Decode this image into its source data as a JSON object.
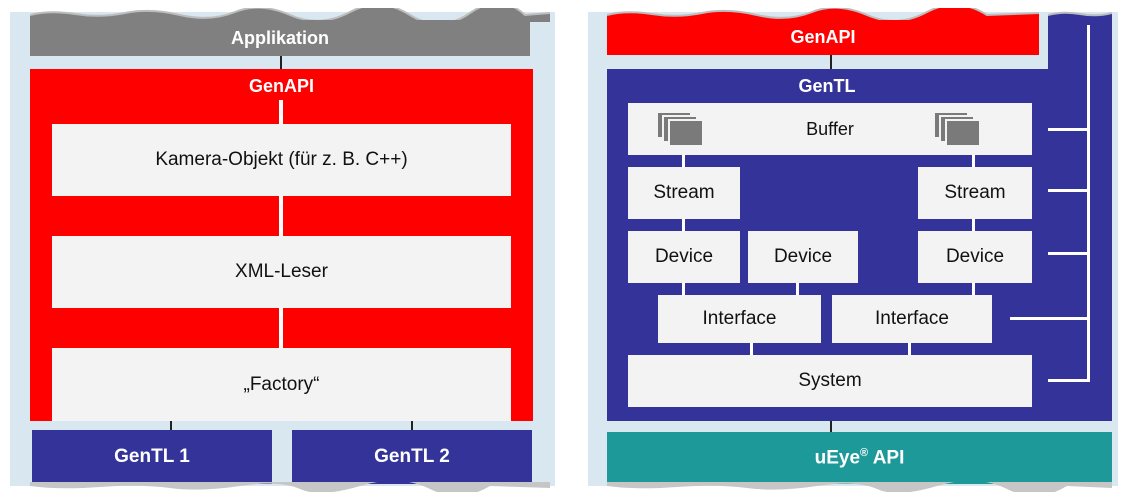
{
  "colors": {
    "panel_bg": "#d9e7f1",
    "application": "#808080",
    "genapi": "#ff0000",
    "gentl": "#333399",
    "ueye_api": "#1e9999",
    "box": "#f3f3f3"
  },
  "left": {
    "application": "Applikation",
    "genapi": "GenAPI",
    "camera_object": "Kamera-Objekt (für z. B. C++)",
    "xml_reader": "XML-Leser",
    "factory": "„Factory“",
    "gentl1": "GenTL 1",
    "gentl2": "GenTL 2"
  },
  "right": {
    "genapi": "GenAPI",
    "gentl": "GenTL",
    "buffer": "Buffer",
    "stream_left": "Stream",
    "stream_right": "Stream",
    "device_1": "Device",
    "device_2": "Device",
    "device_3": "Device",
    "interface_1": "Interface",
    "interface_2": "Interface",
    "system": "System",
    "ueye_api": "uEye",
    "ueye_api_sup": "®",
    "ueye_api_suffix": " API"
  }
}
